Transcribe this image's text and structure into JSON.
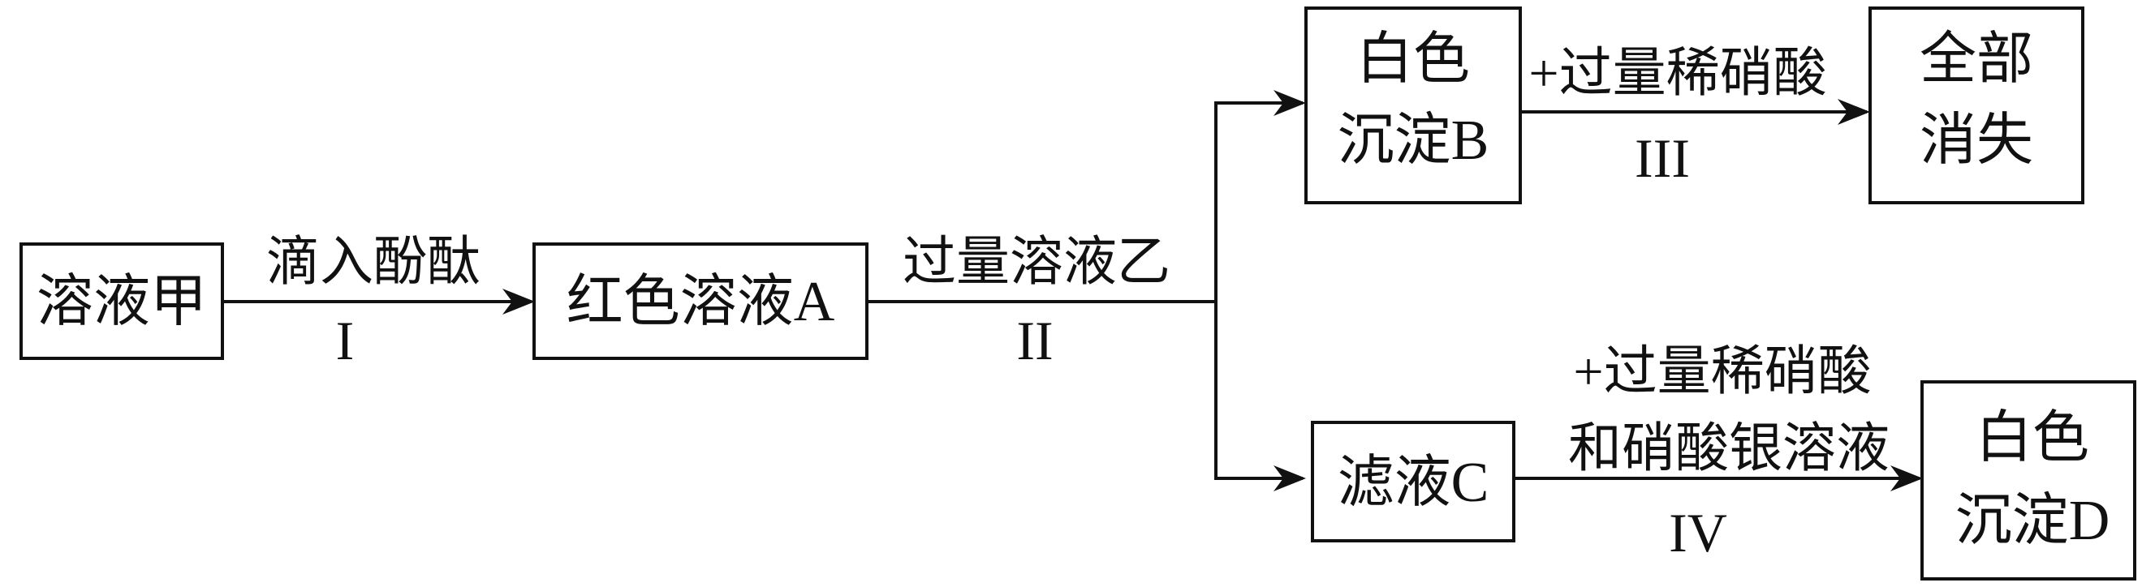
{
  "nodes": {
    "jia": "溶液甲",
    "a": "红色溶液A",
    "b": [
      "白色",
      "沉淀B"
    ],
    "c": "滤液C",
    "b_result": [
      "全部",
      "消失"
    ],
    "d": [
      "白色",
      "沉淀D"
    ]
  },
  "arrows": {
    "step1": {
      "reagent": "滴入酚酞",
      "step": "I"
    },
    "step2": {
      "reagent": "过量溶液乙",
      "step": "II"
    },
    "step3": {
      "reagent": "+过量稀硝酸",
      "step": "III"
    },
    "step4": {
      "reagent": [
        "+过量稀硝酸",
        "和硝酸银溶液"
      ],
      "step": "IV"
    }
  },
  "colors": {
    "ink": "#111111",
    "background": "#ffffff"
  }
}
